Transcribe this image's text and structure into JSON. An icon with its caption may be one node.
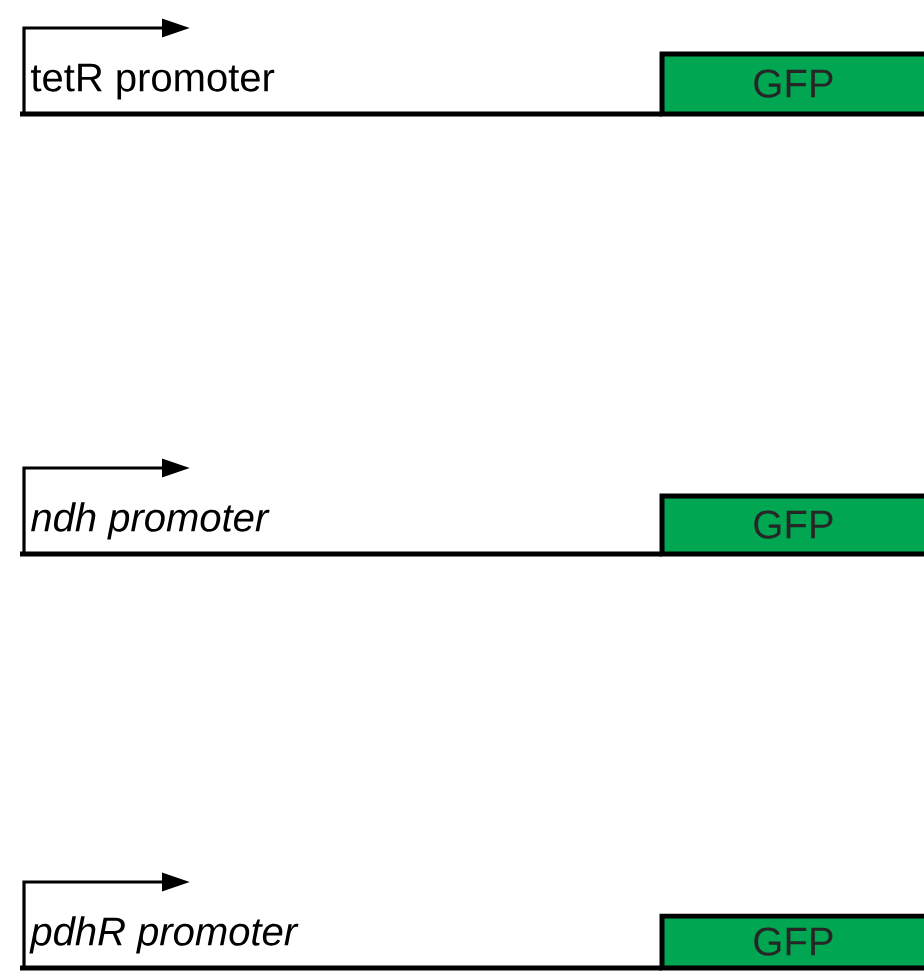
{
  "diagram": {
    "nodes": [
      {
        "text": [
          "tetR promoter"
        ]
      },
      {
        "text": [
          "GFP"
        ]
      },
      {
        "text": [
          "ndh promoter"
        ]
      },
      {
        "text": [
          "GFP"
        ]
      },
      {
        "text": [
          "pdhR promoter"
        ]
      },
      {
        "text": [
          "GFP"
        ]
      }
    ],
    "edges": [
      {
        "from": 0,
        "to": 1,
        "arrow": "none"
      },
      {
        "from": 2,
        "to": 3,
        "arrow": "none"
      },
      {
        "from": 4,
        "to": 5,
        "arrow": "none"
      }
    ]
  }
}
